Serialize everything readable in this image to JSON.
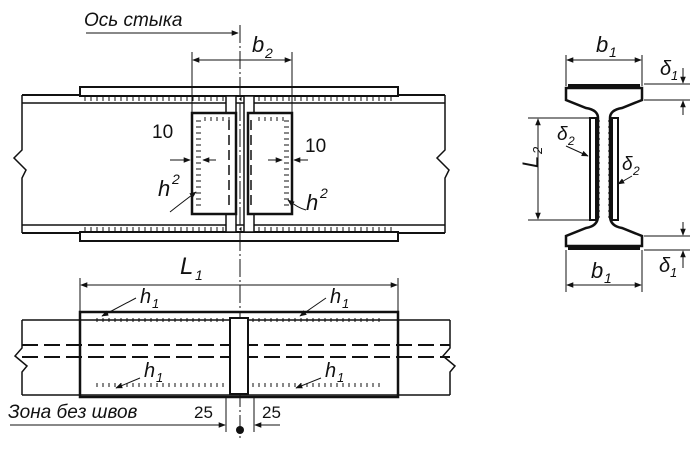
{
  "labels": {
    "axis_joint": "Ось стыка",
    "zone_no_welds": "Зона без швов",
    "b2": "b",
    "b2_sub": "2",
    "L1": "L",
    "L1_sub": "1",
    "L2": "L",
    "L2_sub": "2",
    "h1": "h",
    "h1_sub": "1",
    "h2": "h",
    "h2_sub": "2",
    "b1": "b",
    "b1_sub": "1",
    "d1": "δ",
    "d1_sub": "1",
    "d2": "δ",
    "d2_sub": "2",
    "dim10": "10",
    "dim25": "25"
  }
}
